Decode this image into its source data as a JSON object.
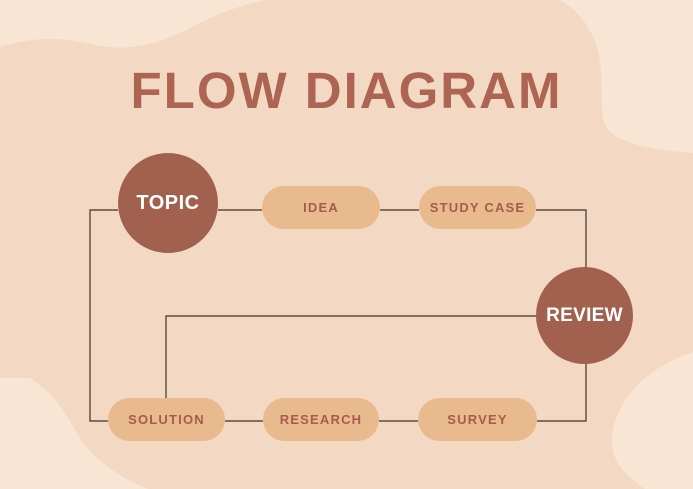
{
  "title": "FLOW DIAGRAM",
  "colors": {
    "background": "#f3d9c3",
    "blob_light": "#f8e5d3",
    "circle_fill": "#a2604e",
    "circle_text": "#ffffff",
    "pill_fill": "#eaba8f",
    "pill_text": "#a65c4b",
    "title_text": "#ad6452",
    "line": "#3b332b"
  },
  "nodes": [
    {
      "id": "topic",
      "label": "TOPIC",
      "shape": "circle"
    },
    {
      "id": "idea",
      "label": "IDEA",
      "shape": "pill"
    },
    {
      "id": "study_case",
      "label": "STUDY CASE",
      "shape": "pill"
    },
    {
      "id": "review",
      "label": "REVIEW",
      "shape": "circle"
    },
    {
      "id": "solution",
      "label": "SOLUTION",
      "shape": "pill"
    },
    {
      "id": "research",
      "label": "RESEARCH",
      "shape": "pill"
    },
    {
      "id": "survey",
      "label": "SURVEY",
      "shape": "pill"
    }
  ],
  "connections": [
    {
      "from": "TOPIC",
      "to": "IDEA"
    },
    {
      "from": "IDEA",
      "to": "STUDY CASE"
    },
    {
      "from": "STUDY CASE",
      "to": "REVIEW"
    },
    {
      "from": "REVIEW",
      "to": "SURVEY"
    },
    {
      "from": "SURVEY",
      "to": "RESEARCH"
    },
    {
      "from": "RESEARCH",
      "to": "SOLUTION"
    },
    {
      "from": "SOLUTION",
      "to": "TOPIC"
    },
    {
      "from": "REVIEW",
      "to": "SOLUTION"
    }
  ]
}
